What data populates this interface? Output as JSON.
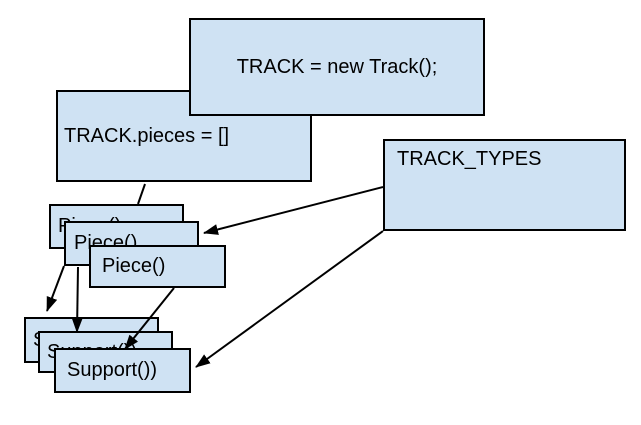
{
  "diagram": {
    "colors": {
      "canvas-bg": "#ffffff",
      "box-fill": "#cfe2f3",
      "box-border": "#000000",
      "connector": "#000000",
      "text": "#000000"
    },
    "nodes": {
      "track_new": {
        "label": "TRACK = new Track();"
      },
      "track_pieces": {
        "label": "TRACK.pieces = []"
      },
      "track_types": {
        "label": "TRACK_TYPES"
      },
      "piece_back": {
        "label": "Piece()"
      },
      "piece_middle": {
        "label": "Piece()"
      },
      "piece_front": {
        "label": "Piece()"
      },
      "support_back": {
        "label": "Support())"
      },
      "support_middle": {
        "label": "Support())"
      },
      "support_front": {
        "label": "Support())"
      }
    },
    "edges": [
      {
        "from": "TRACK.pieces = []",
        "to": "Piece() stack",
        "arrowhead": false
      },
      {
        "from": "Piece() stack",
        "to": "Support()) stack",
        "arrowhead": true
      },
      {
        "from": "Piece() stack",
        "to": "Support()) stack",
        "arrowhead": true
      },
      {
        "from": "Piece() stack",
        "to": "Support()) stack",
        "arrowhead": true
      },
      {
        "from": "TRACK_TYPES",
        "to": "Piece() stack",
        "arrowhead": true
      },
      {
        "from": "TRACK_TYPES",
        "to": "Support()) stack",
        "arrowhead": true
      }
    ]
  }
}
